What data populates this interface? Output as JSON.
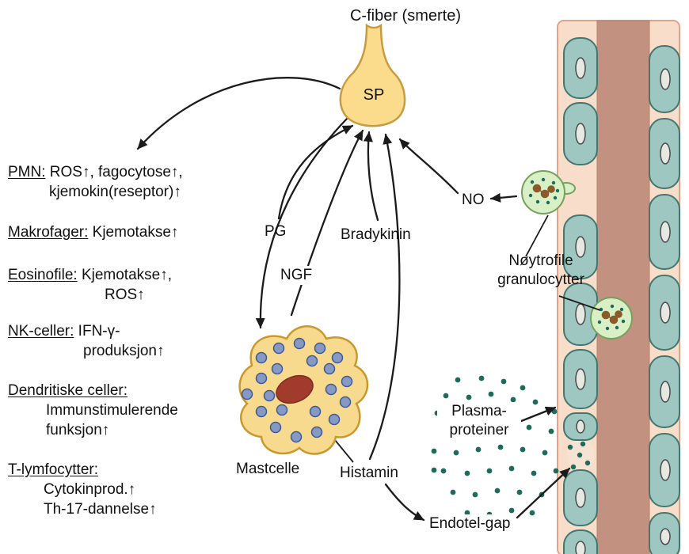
{
  "title": "C-fiber (smerte)",
  "nerve": {
    "sp_label": "SP"
  },
  "mediators": {
    "pg": "PG",
    "ngf": "NGF",
    "bradykinin": "Bradykinin",
    "histamin": "Histamin",
    "no": "NO"
  },
  "cells": {
    "mast_cell": "Mastcelle",
    "neutrophils_line1": "Nøytrofile",
    "neutrophils_line2": "granulocytter",
    "plasma_line1": "Plasma-",
    "plasma_line2": "proteiner",
    "endothelial_gap": "Endotel-gap"
  },
  "immune_cells": [
    {
      "term": "PMN:",
      "line1": " ROS↑, fagocytose↑,",
      "cont": [
        "kjemokin(reseptor)↑"
      ]
    },
    {
      "term": "Makrofager:",
      "line1": " Kjemotakse↑",
      "cont": []
    },
    {
      "term": "Eosinofile:",
      "line1": " Kjemotakse↑,",
      "cont": [
        "ROS↑"
      ]
    },
    {
      "term": "NK-celler:",
      "line1": " IFN-γ-",
      "cont": [
        "produksjon↑"
      ]
    },
    {
      "term": "Dendritiske celler:",
      "line1": "",
      "cont": [
        "Immunstimulerende",
        "funksjon↑"
      ]
    },
    {
      "term": "T-lymfocytter:",
      "line1": "",
      "cont": [
        "Cytokinprod.↑",
        "Th-17-dannelse↑"
      ]
    }
  ],
  "colors": {
    "nerve_fill": "#FADC8C",
    "nerve_stroke": "#C99B3F",
    "mast_fill": "#F7DA8E",
    "mast_nucleus": "#A13B2B",
    "granule_blue": "#8699C4",
    "endothelial_teal": "#9EC7C2",
    "vessel_lumen": "#C29180",
    "vessel_wall": "#F9DDCB",
    "neutrophil_fill": "#D9EFC5",
    "plasma_dot": "#1E6B5B",
    "arrow": "#1B1B1B"
  }
}
